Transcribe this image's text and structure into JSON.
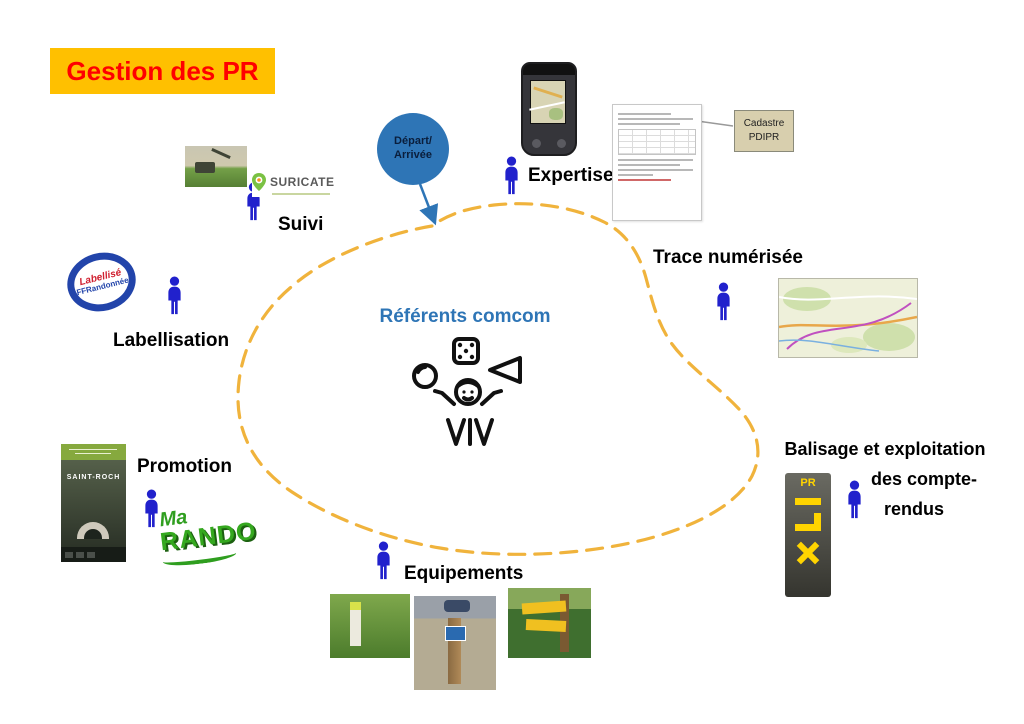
{
  "title": "Gestion des PR",
  "bubble": {
    "line1": "Départ/",
    "line2": "Arrivée"
  },
  "center_label": "Référents comcom",
  "labels": {
    "suivi": "Suivi",
    "expertise": "Expertise",
    "trace": "Trace numérisée",
    "labellisation": "Labellisation",
    "promotion": "Promotion",
    "balisage_line1": "Balisage et exploitation",
    "balisage_line2": "des compte-",
    "balisage_line3": "rendus",
    "equipements": "Equipements"
  },
  "cadastre": {
    "line1": "Cadastre",
    "line2": "PDIPR"
  },
  "logos": {
    "suricate": "SURICATE",
    "ff_top": "Labellisé",
    "ff_bottom": "FFRandonnée",
    "ma": "Ma",
    "rando": "RANDO",
    "poster_title": "SAINT-ROCH",
    "pr_sign": "PR"
  },
  "icons": {
    "person": "person-pictogram",
    "juggler": "juggler-icon",
    "location_pin": "location-pin-icon"
  },
  "colors": {
    "title_bg": "#FFC000",
    "title_text": "#FF0000",
    "person_blue": "#2121CC",
    "center_text": "#2E75B6",
    "blob_dash": "#F0B33C",
    "bubble_bg": "#2E75B6",
    "sign_yellow": "#FFD400"
  }
}
